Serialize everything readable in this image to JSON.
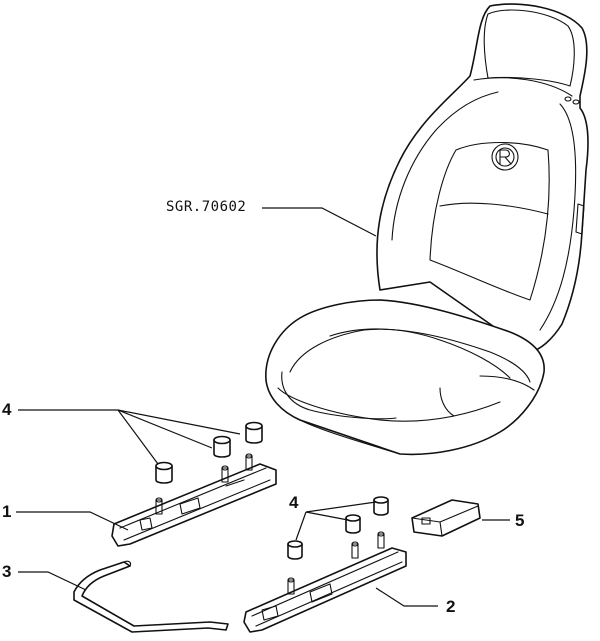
{
  "diagram": {
    "reference_code": "SGR.70602",
    "callouts": [
      {
        "id": "label-1",
        "text": "1"
      },
      {
        "id": "label-2",
        "text": "2"
      },
      {
        "id": "label-3",
        "text": "3"
      },
      {
        "id": "label-4a",
        "text": "4"
      },
      {
        "id": "label-4b",
        "text": "4"
      },
      {
        "id": "label-5",
        "text": "5"
      }
    ],
    "emblem_icon": "brand-emblem-icon"
  }
}
